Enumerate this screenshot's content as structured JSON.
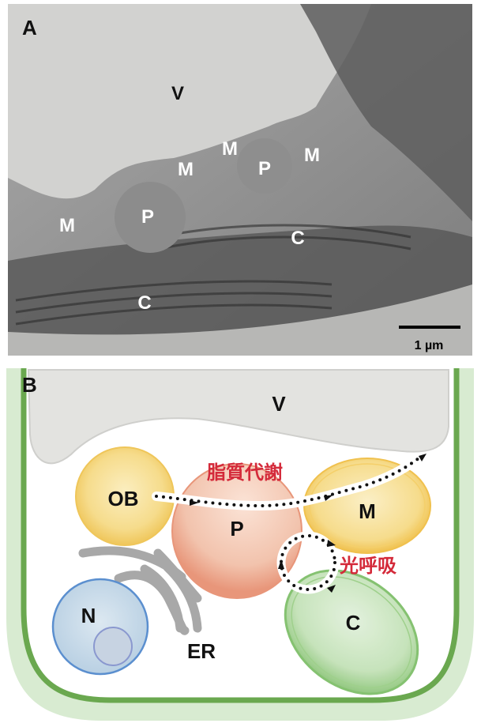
{
  "panel_a": {
    "label": "A",
    "organelle_labels": [
      "V",
      "M",
      "M",
      "P",
      "M",
      "M",
      "P",
      "C",
      "C"
    ],
    "scale_bar": "1 µm"
  },
  "panel_b": {
    "label": "B",
    "organelles": {
      "vacuole": "V",
      "oil_body": "OB",
      "peroxisome": "P",
      "mitochondrion": "M",
      "chloroplast": "C",
      "nucleus": "N",
      "er": "ER"
    },
    "processes": {
      "lipid_metabolism": "脂質代謝",
      "photorespiration": "光呼吸"
    },
    "colors": {
      "cell_wall": "#6aa84f",
      "ob": "#f2c94c",
      "p": "#e8967a",
      "m": "#f2c14e",
      "c": "#7fbf6a",
      "n": "#5b8fcf",
      "er": "#a8a8a8",
      "process_text": "#d42a3a"
    }
  }
}
